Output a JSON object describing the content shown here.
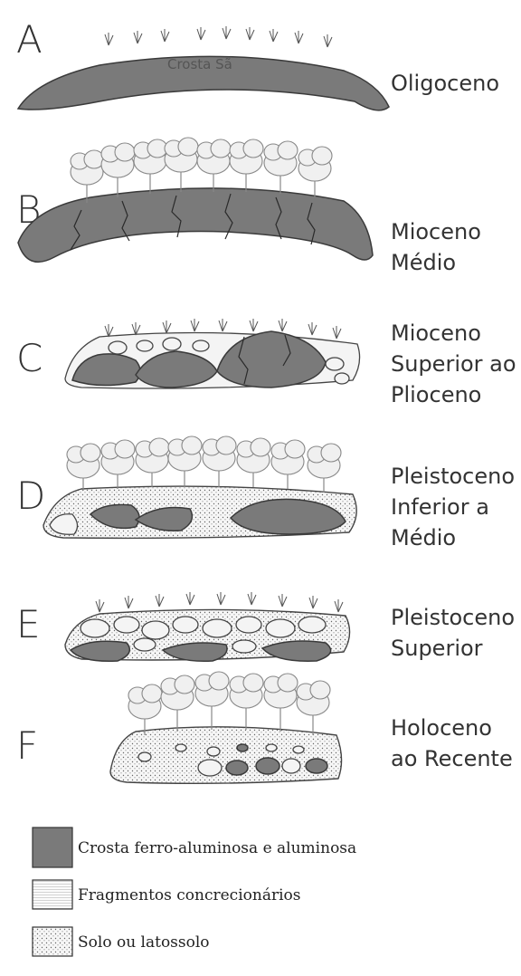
{
  "stages": [
    {
      "letter": "A",
      "period_lines": [
        "Oligoceno"
      ],
      "crust_label": "Crosta Sã"
    },
    {
      "letter": "B",
      "period_lines": [
        "Mioceno",
        "Médio"
      ]
    },
    {
      "letter": "C",
      "period_lines": [
        "Mioceno",
        "Superior ao",
        "Plioceno"
      ]
    },
    {
      "letter": "D",
      "period_lines": [
        "Pleistoceno",
        "Inferior a",
        "Médio"
      ]
    },
    {
      "letter": "E",
      "period_lines": [
        "Pleistoceno",
        "Superior"
      ]
    },
    {
      "letter": "F",
      "period_lines": [
        "Holoceno",
        "ao Recente"
      ]
    }
  ],
  "legend": [
    {
      "label": "Crosta ferro-aluminosa e aluminosa",
      "pattern": "dark-gray-fill"
    },
    {
      "label": "Fragmentos concrecionários",
      "pattern": "light-lined-fill"
    },
    {
      "label": "Solo ou latossolo",
      "pattern": "dotted-fill"
    }
  ],
  "colors": {
    "crust": "#7a7a7a",
    "outline": "#3a3a3a",
    "tree": "#f0f0f0"
  }
}
